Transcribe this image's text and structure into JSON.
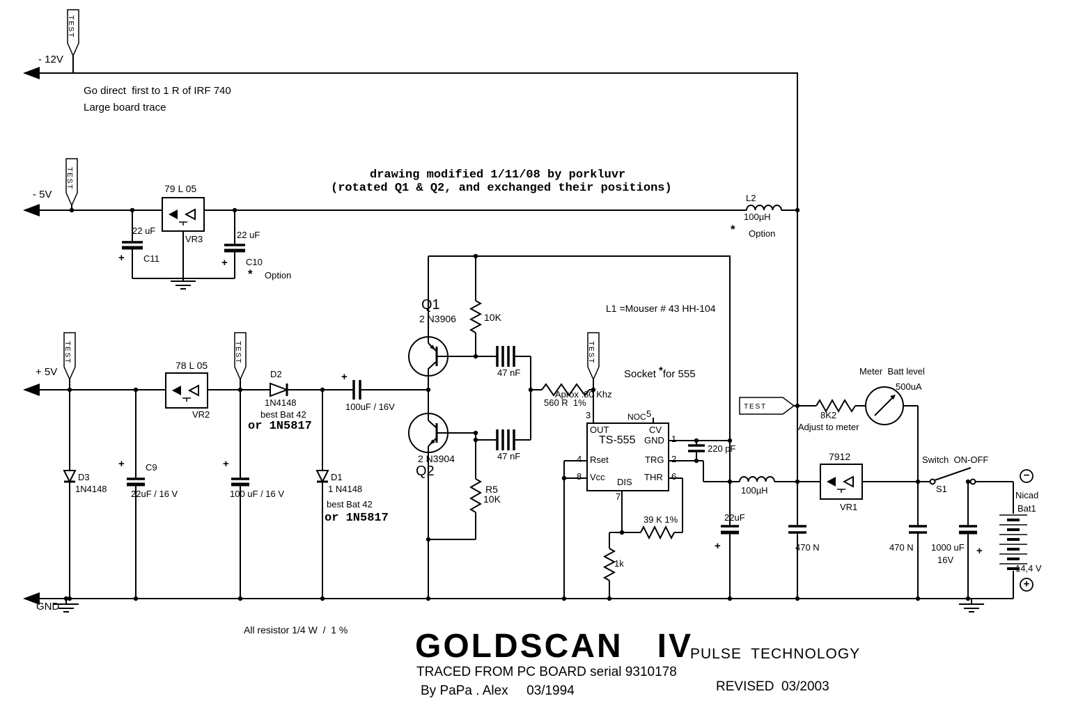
{
  "rails": {
    "neg12v": "- 12V",
    "neg5v": "- 5V",
    "pos5v": "+ 5V",
    "gnd": "GND"
  },
  "probes": {
    "test": "TEST"
  },
  "annotations": {
    "go_direct": "Go direct  first to 1 R of IRF 740",
    "large_board": "Large board trace",
    "modified_line1": "drawing modified 1/11/08 by porkluvr",
    "modified_line2": "(rotated Q1 & Q2, and exchanged their positions)",
    "l1_note": "L1 =Mouser # 43 HH-104",
    "socket_1": "Socket ",
    "socket_star": "*",
    "socket_2": "for 555",
    "aprox": "Aprox :80 Khz",
    "all_resistor": "All resistor 1/4 W  /  1 %"
  },
  "components": {
    "vr3": {
      "part": "79 L 05",
      "ref": "VR3"
    },
    "c11": {
      "value": "22 uF",
      "ref": "C11",
      "plus": "+"
    },
    "c10": {
      "value": "22 uF",
      "ref": "C10",
      "plus": "+",
      "star": "*",
      "option": "Option"
    },
    "l2": {
      "ref": "L2",
      "value": "100µH",
      "star": "*",
      "option": "Option"
    },
    "vr2": {
      "part": "78 L 05",
      "ref": "VR2"
    },
    "d2": {
      "ref": "D2",
      "part": "1N4148",
      "alt1": "best Bat 42",
      "alt2": "or 1N5817"
    },
    "c_coupling": {
      "plus": "+",
      "value": "100uF / 16V"
    },
    "q1": {
      "ref": "Q1",
      "part": "2 N3906"
    },
    "q2": {
      "part": "2 N3904",
      "ref": "Q2"
    },
    "r_10k": {
      "value": "10K"
    },
    "c_47n_top": {
      "value": "47 nF"
    },
    "c_47n_bot": {
      "value": "47 nF"
    },
    "r5": {
      "ref": "R5",
      "value": "10K"
    },
    "r_560": {
      "value": "560 R  1%"
    },
    "ic555": {
      "part": "TS-555",
      "pins": {
        "out": "OUT",
        "cv": "CV",
        "gnd": "GND",
        "rset": "Rset",
        "trg": "TRG",
        "vcc": "Vcc",
        "thr": "THR",
        "dis": "DIS",
        "noc": "NOC",
        "n1": "1",
        "n2": "2",
        "n3": "3",
        "n4": "4",
        "n5": "5",
        "n6": "6",
        "n7": "7",
        "n8": "8"
      }
    },
    "c_220p": {
      "value": "220 pF"
    },
    "r_39k": {
      "value": "39 K 1%"
    },
    "r_1k": {
      "value": "1k"
    },
    "c_22u_out": {
      "value": "22uF",
      "plus": "+"
    },
    "l_100u": {
      "value": "100µH"
    },
    "c_470n_1": {
      "value": "470 N"
    },
    "c_470n_2": {
      "value": "470 N"
    },
    "vr1": {
      "part": "7912",
      "ref": "VR1"
    },
    "meter": {
      "label": "Meter  Batt level",
      "value": "500uA"
    },
    "r_8k2": {
      "value": "8K2",
      "note": "Adjust to meter"
    },
    "switch": {
      "label": "Switch  ON-OFF",
      "ref": "S1"
    },
    "battery": {
      "type": "Nicad",
      "ref": "Bat1",
      "voltage": "14,4 V",
      "minus": "−",
      "plus": "+"
    },
    "c_1000u": {
      "value": "1000 uF",
      "voltage": "16V",
      "plus": "+"
    },
    "d3": {
      "ref": "D3",
      "part": "1N4148"
    },
    "c9": {
      "plus": "+",
      "ref": "C9",
      "value": "22uF / 16 V"
    },
    "c_100u": {
      "plus": "+",
      "value": "100 uF / 16 V"
    },
    "d1": {
      "ref": "D1",
      "part": "1 N4148",
      "alt1": "best Bat 42",
      "alt2": "or 1N5817"
    }
  },
  "title": {
    "main": "GOLDSCAN   IV",
    "sub": "PULSE  TECHNOLOGY",
    "traced": "TRACED FROM PC BOARD serial 9310178",
    "by": "By PaPa . Alex     03/1994",
    "revised": "REVISED  03/2003"
  }
}
